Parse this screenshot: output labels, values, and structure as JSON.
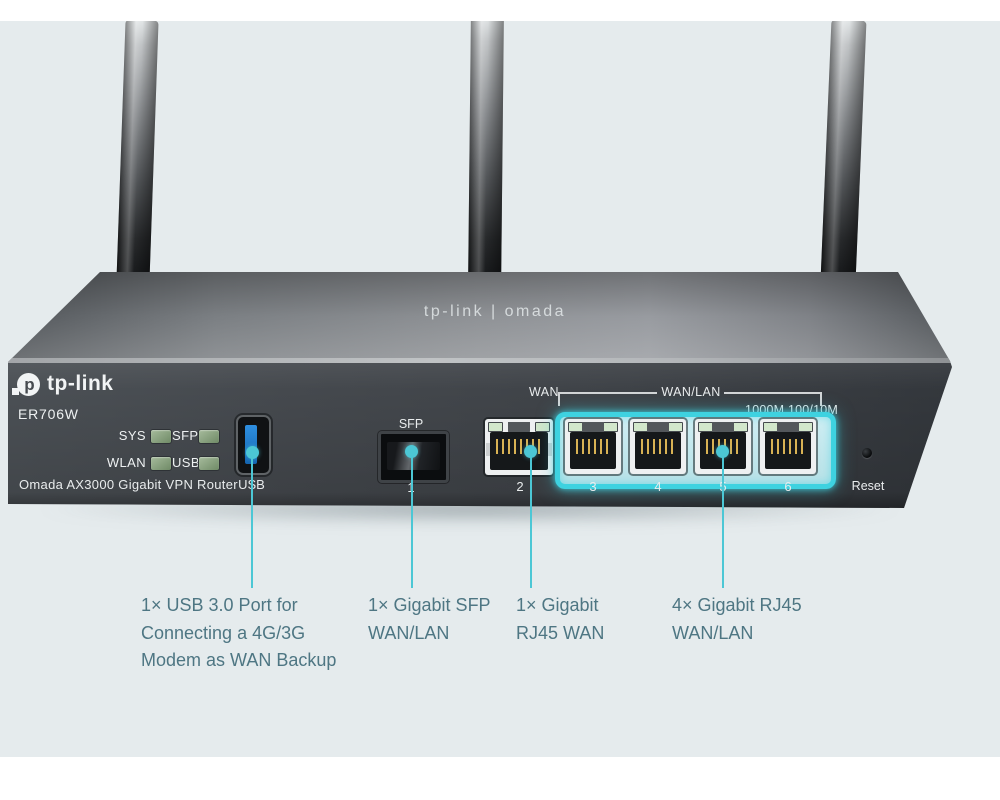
{
  "page": {
    "top_logo": "tp-link | omada",
    "brand": "tp-link",
    "brand_icon_letter": "p",
    "model": "ER706W",
    "product_name": "Omada AX3000 Gigabit VPN Router",
    "led_labels": [
      "SYS",
      "SFP",
      "WLAN",
      "USB"
    ],
    "usb_label": "USB",
    "sfp_label": "SFP WAN/LAN",
    "wan_label": "WAN",
    "wanlan_label": "WAN/LAN",
    "speed_label": "1000M 100/10M",
    "reset_label": "Reset",
    "port_numbers": [
      "1",
      "2",
      "3",
      "4",
      "5",
      "6"
    ],
    "captions": {
      "usb": "1× USB 3.0 Port for\nConnecting a 4G/3G\nModem as WAN Backup",
      "sfp": "1× Gigabit SFP\nWAN/LAN",
      "wan": "1× Gigabit\nRJ45 WAN",
      "wanlan": "4× Gigabit RJ45\nWAN/LAN"
    },
    "colors": {
      "background": "#e5ebed",
      "highlight_box": "#3ed2e0",
      "annotation_line": "#4cc7d5",
      "caption_text": "#4e7683",
      "led_green": "#86a07a",
      "usb_blue": "#2479cb"
    }
  }
}
